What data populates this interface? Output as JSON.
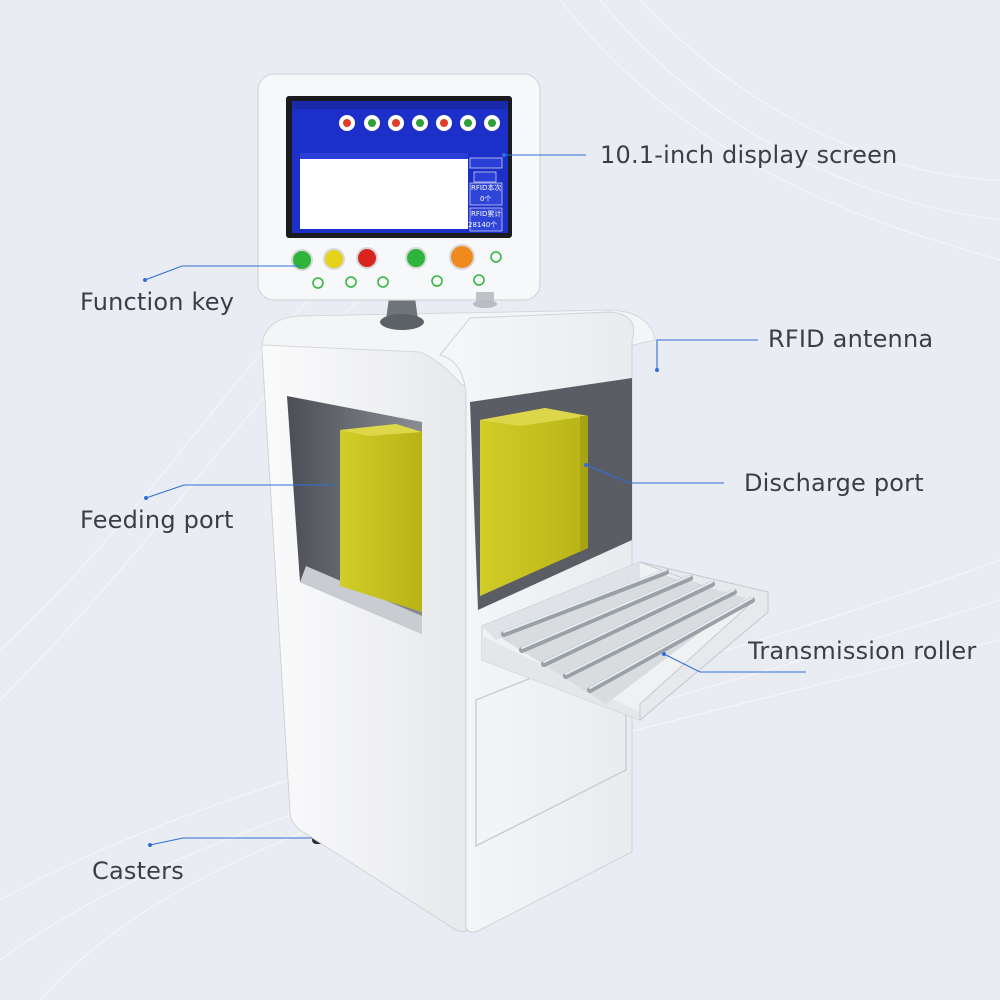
{
  "labels": {
    "display_screen": "10.1-inch display screen",
    "function_key": "Function key",
    "rfid_antenna": "RFID antenna",
    "feeding_port": "Feeding port",
    "discharge_port": "Discharge port",
    "transmission_roller": "Transmission roller",
    "casters": "Casters"
  },
  "screen": {
    "side_buttons": [
      "RFID本次",
      "0个",
      "RFID累计",
      "28140个"
    ]
  },
  "colors": {
    "background": "#e9edf3",
    "leader_line": "#2f6fd6",
    "screen_blue": "#1d2fc9",
    "box_yellow": "#c9c41c",
    "key_green": "#2fb43a",
    "key_yellow": "#e7d21a",
    "key_red": "#d8231f",
    "key_orange": "#f08a1c"
  }
}
